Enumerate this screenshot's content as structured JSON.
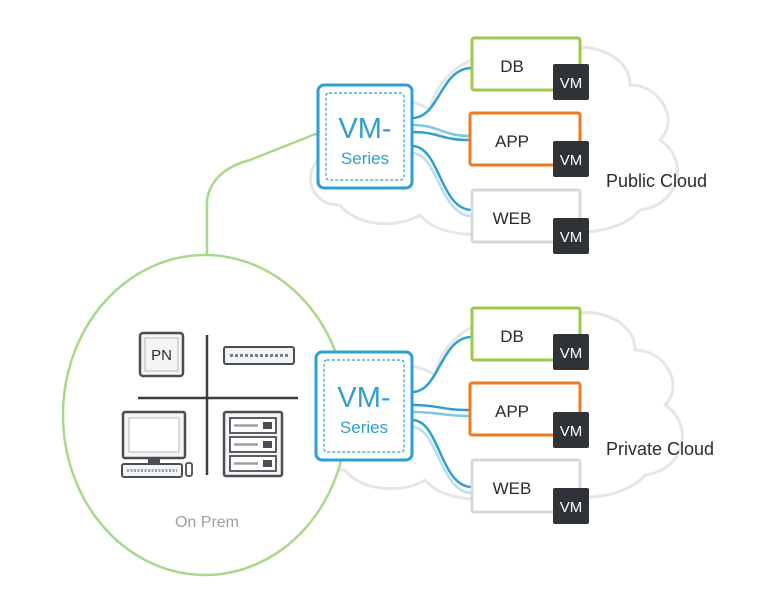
{
  "colors": {
    "vm_series": "#2f9fd0",
    "db": "#9cc94a",
    "app": "#f07a22",
    "web": "#d6d9dc",
    "vm_badge": "#2f3338",
    "on_prem": "#a8d98a",
    "cloud": "#e4e7ea",
    "text_dark": "#2b2b2b",
    "text_muted": "#9aa0a4"
  },
  "public_cloud": {
    "label": "Public Cloud",
    "firewall": {
      "title": "VM-",
      "subtitle": "Series",
      "icon": "firewall-icon"
    },
    "tiers": [
      {
        "name": "DB",
        "badge": "VM",
        "color_key": "db"
      },
      {
        "name": "APP",
        "badge": "VM",
        "color_key": "app"
      },
      {
        "name": "WEB",
        "badge": "VM",
        "color_key": "web"
      }
    ]
  },
  "private_cloud": {
    "label": "Private Cloud",
    "firewall": {
      "title": "VM-",
      "subtitle": "Series",
      "icon": "firewall-icon"
    },
    "tiers": [
      {
        "name": "DB",
        "badge": "VM",
        "color_key": "db"
      },
      {
        "name": "APP",
        "badge": "VM",
        "color_key": "app"
      },
      {
        "name": "WEB",
        "badge": "VM",
        "color_key": "web"
      }
    ]
  },
  "on_prem": {
    "label": "On Prem",
    "devices": [
      {
        "name": "PN",
        "icon": "pn-appliance-icon"
      },
      {
        "icon": "network-switch-icon"
      },
      {
        "icon": "desktop-computer-icon"
      },
      {
        "icon": "server-rack-icon"
      }
    ]
  }
}
